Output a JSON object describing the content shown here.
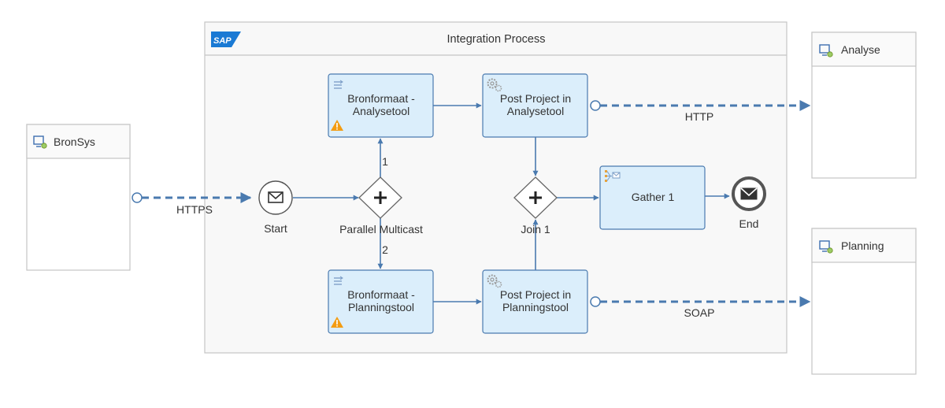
{
  "process": {
    "title": "Integration Process",
    "logo_text": "SAP",
    "logo_color": "#1a7ad4"
  },
  "participants": {
    "sender": {
      "label": "BronSys",
      "icon": "participant-system-icon"
    },
    "analyse": {
      "label": "Analyse",
      "icon": "participant-system-icon"
    },
    "planning": {
      "label": "Planning",
      "icon": "participant-system-icon"
    }
  },
  "events": {
    "start": {
      "label": "Start",
      "icon": "envelope-icon"
    },
    "end": {
      "label": "End",
      "icon": "envelope-icon"
    }
  },
  "gateways": {
    "multicast": {
      "label": "Parallel Multicast",
      "branch_1": "1",
      "branch_2": "2"
    },
    "join": {
      "label": "Join 1"
    }
  },
  "steps": {
    "bron_analyse": {
      "line1": "Bronformaat -",
      "line2": "Analysetool",
      "icon": "mapping-icon",
      "warning": true
    },
    "bron_planning": {
      "line1": "Bronformaat -",
      "line2": "Planningstool",
      "icon": "mapping-icon",
      "warning": true
    },
    "post_analyse": {
      "line1": "Post Project in",
      "line2": "Analysetool",
      "icon": "gear-icon"
    },
    "post_planning": {
      "line1": "Post Project in",
      "line2": "Planningstool",
      "icon": "gear-icon"
    },
    "gather": {
      "line1": "Gather 1",
      "icon": "gather-icon"
    }
  },
  "channels": {
    "https": "HTTPS",
    "http": "HTTP",
    "soap": "SOAP"
  },
  "colors": {
    "connector": "#4a7aaf",
    "step_fill": "#dbeefb",
    "warning": "#f39c12",
    "participant_icon": "#3d6fb0"
  }
}
